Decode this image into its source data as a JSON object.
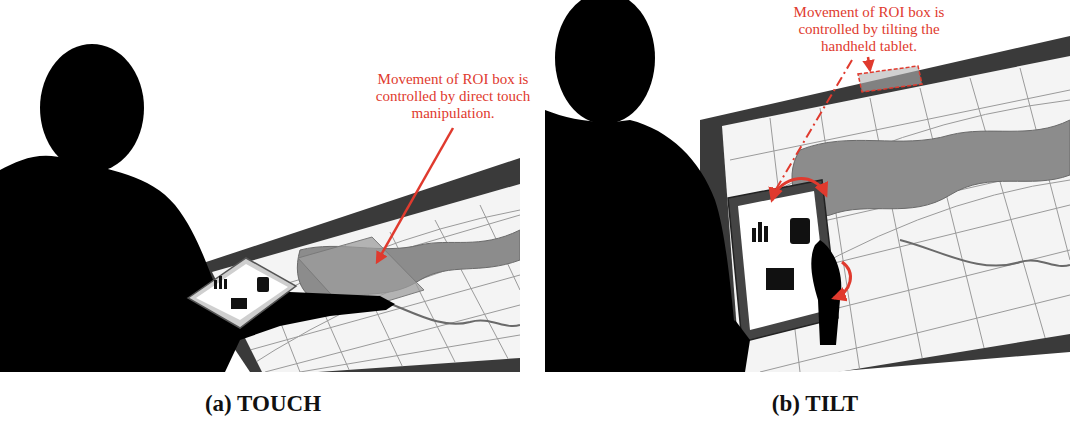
{
  "diagram": {
    "labels": [
      "Movement of ROI box is controlled by direct touch manipulation.",
      "Movement of ROI box is controlled by tilting the handheld tablet.",
      "(a) TOUCH",
      "(b) TILT"
    ]
  }
}
